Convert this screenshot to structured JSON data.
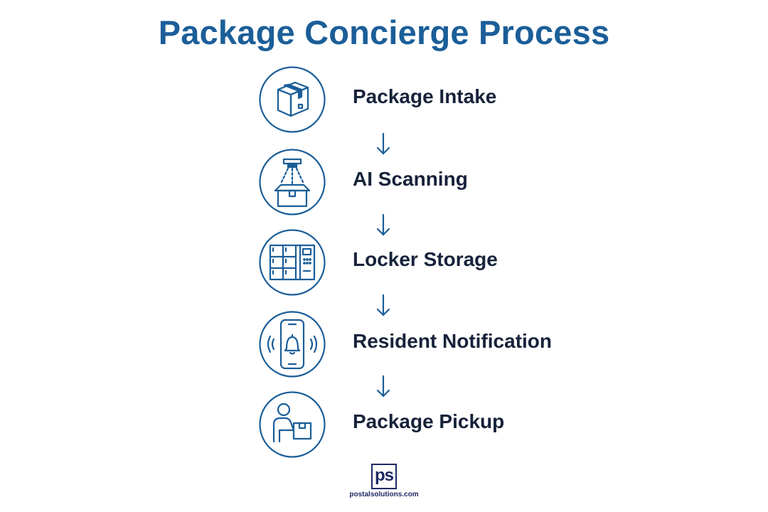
{
  "title": "Package Concierge Process",
  "colors": {
    "title": "#1b5e98",
    "icon_stroke": "#1b5e98",
    "label": "#17223a",
    "logo": "#1d2a63"
  },
  "steps": [
    {
      "label": "Package Intake",
      "icon": "package-box-icon"
    },
    {
      "label": "AI Scanning",
      "icon": "scanner-box-icon"
    },
    {
      "label": "Locker Storage",
      "icon": "locker-icon"
    },
    {
      "label": "Resident Notification",
      "icon": "phone-bell-icon"
    },
    {
      "label": "Package Pickup",
      "icon": "person-package-icon"
    }
  ],
  "arrow_icon": "arrow-down-icon",
  "logo": {
    "mark": "ps",
    "url": "postalsolutions.com"
  }
}
